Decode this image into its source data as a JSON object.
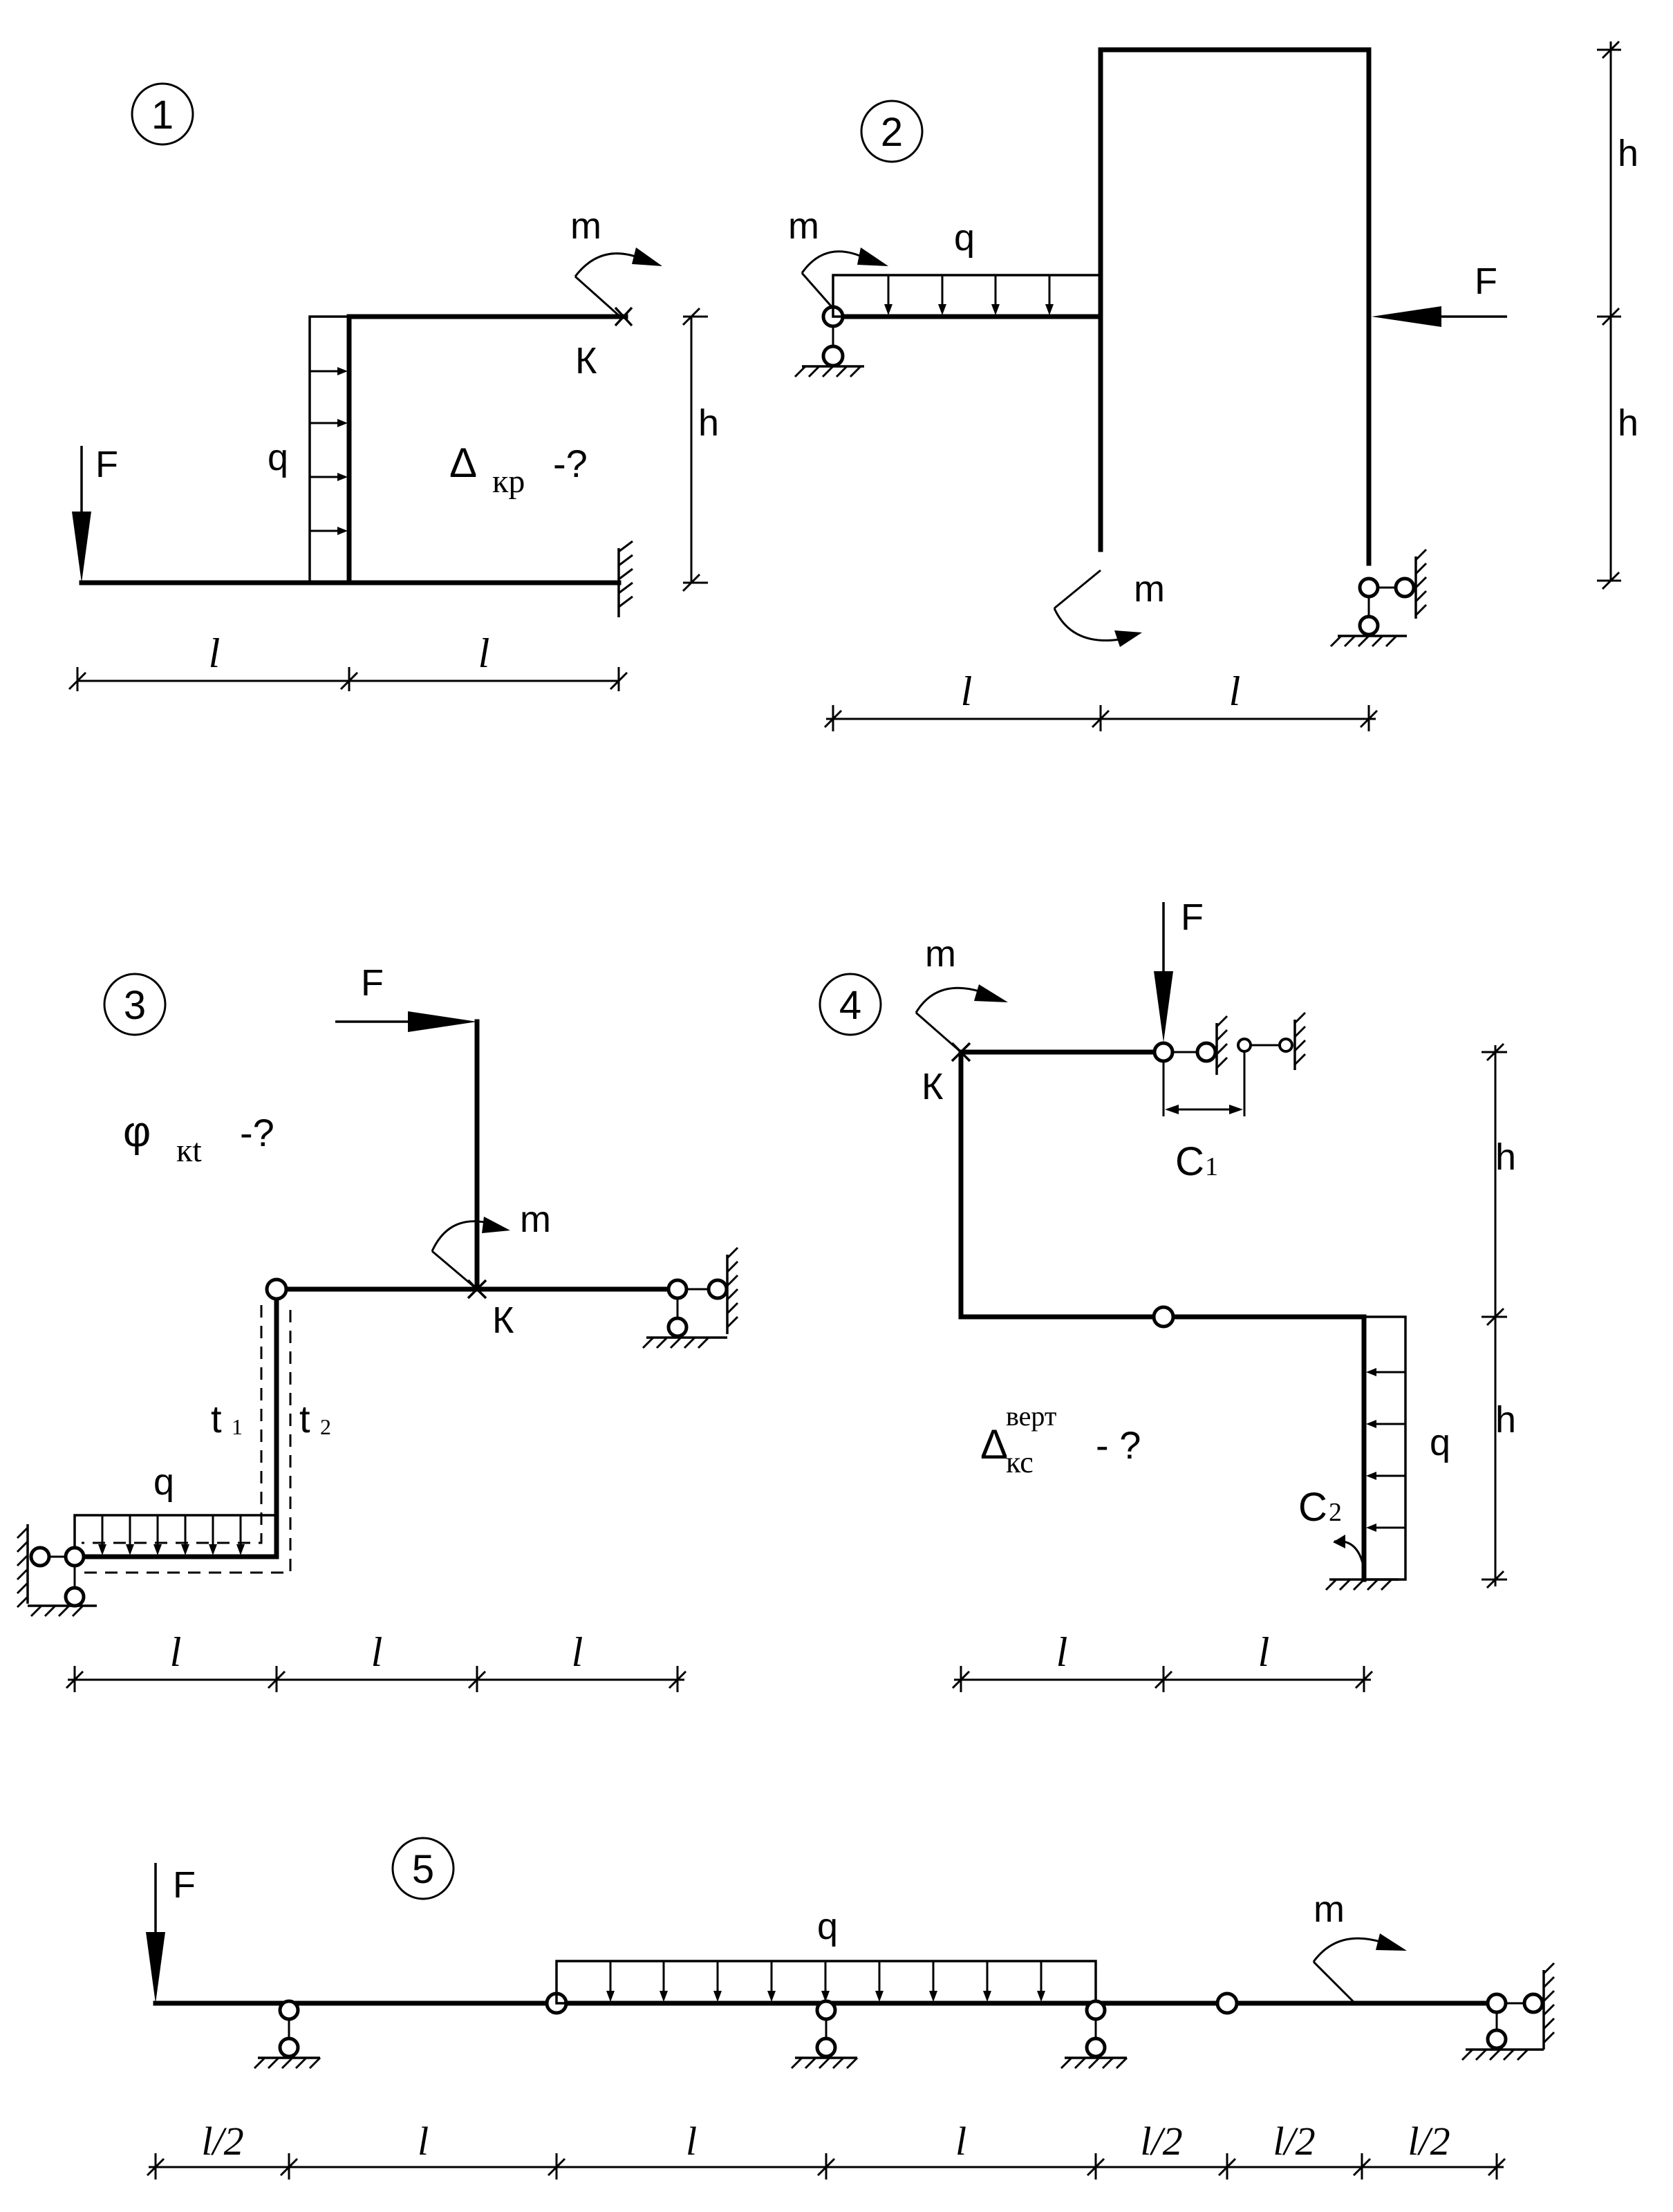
{
  "diagrams": [
    {
      "number": "1",
      "labels": {
        "moment": "m",
        "point": "К",
        "load": "q",
        "force": "F",
        "height": "h",
        "span": "l",
        "query_symbol": "Δ",
        "query_sub": "кр",
        "query_tail": "-?"
      }
    },
    {
      "number": "2",
      "labels": {
        "moment_left": "m",
        "load": "q",
        "force": "F",
        "moment_bottom": "m",
        "height_top": "h",
        "height_bottom": "h",
        "span": "l"
      }
    },
    {
      "number": "3",
      "labels": {
        "force": "F",
        "moment": "m",
        "point": "К",
        "load": "q",
        "temp_1": "t",
        "temp_1_sub": "1",
        "temp_2": "t",
        "temp_2_sub": "2",
        "query_symbol": "φ",
        "query_sub": "кt",
        "query_tail": "-?",
        "span": "l"
      }
    },
    {
      "number": "4",
      "labels": {
        "force": "F",
        "moment": "m",
        "point": "К",
        "load": "q",
        "settlement_1": "C",
        "settlement_1_sub": "1",
        "settlement_2": "C",
        "settlement_2_sub": "2",
        "height_top": "h",
        "height_bottom": "h",
        "span": "l",
        "query_symbol": "Δ",
        "query_sup": "верт",
        "query_sub": "кс",
        "query_tail": "- ?"
      }
    },
    {
      "number": "5",
      "labels": {
        "force": "F",
        "load": "q",
        "moment": "m"
      },
      "spans": [
        "l/2",
        "l",
        "l",
        "l",
        "l/2",
        "l/2",
        "l/2"
      ]
    }
  ]
}
